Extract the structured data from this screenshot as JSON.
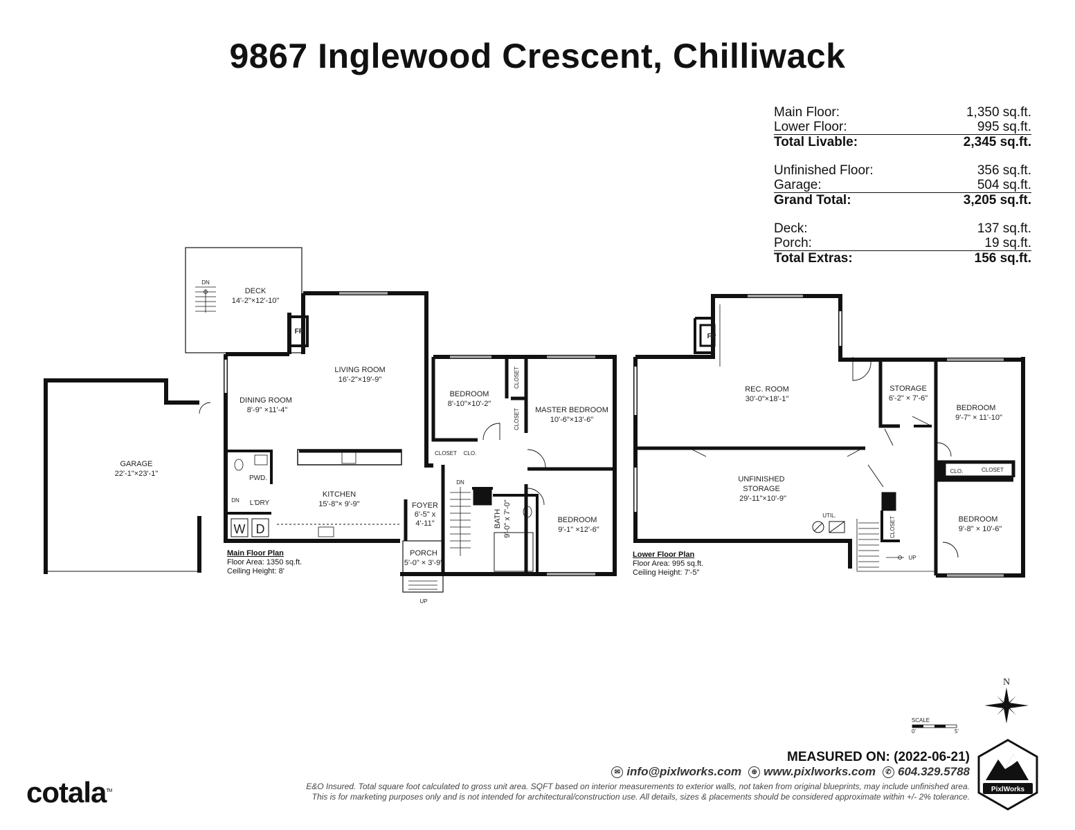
{
  "title": "9867 Inglewood Crescent, Chilliwack",
  "area_summary": [
    {
      "rows": [
        {
          "label": "Main Floor:",
          "value": "1,350 sq.ft."
        },
        {
          "label": "Lower Floor:",
          "value": "995 sq.ft."
        }
      ],
      "total": {
        "label": "Total Livable:",
        "value": "2,345 sq.ft."
      }
    },
    {
      "rows": [
        {
          "label": "Unfinished Floor:",
          "value": "356 sq.ft."
        },
        {
          "label": "Garage:",
          "value": "504 sq.ft."
        }
      ],
      "total": {
        "label": "Grand Total:",
        "value": "3,205 sq.ft."
      }
    },
    {
      "rows": [
        {
          "label": "Deck:",
          "value": "137 sq.ft."
        },
        {
          "label": "Porch:",
          "value": "19 sq.ft."
        }
      ],
      "total": {
        "label": "Total Extras:",
        "value": "156 sq.ft."
      }
    }
  ],
  "main_floor": {
    "caption": "Main Floor Plan",
    "area": "Floor Area: 1350 sq.ft.",
    "ceiling": "Ceiling Height: 8'",
    "rooms": {
      "deck": {
        "name": "DECK",
        "dim": "14'-2\"×12'-10\""
      },
      "living": {
        "name": "LIVING ROOM",
        "dim": "16'-2\"×19'-9\""
      },
      "dining": {
        "name": "DINING ROOM",
        "dim": "8'-9\" ×11'-4\""
      },
      "garage": {
        "name": "GARAGE",
        "dim": "22'-1\"×23'-1\""
      },
      "bedroom1": {
        "name": "BEDROOM",
        "dim": "8'-10\"×10'-2\""
      },
      "master": {
        "name": "MASTER BEDROOM",
        "dim": "10'-6\"×13'-6\""
      },
      "kitchen": {
        "name": "KITCHEN",
        "dim": "15'-8\"× 9'-9\""
      },
      "foyer": {
        "name": "FOYER",
        "dim1": "6'-5\" x",
        "dim2": "4'-11\""
      },
      "bath": {
        "name": "BATH",
        "dim": "9'-0\" x 7'-0\""
      },
      "bedroom2": {
        "name": "BEDROOM",
        "dim": "9'-1\" ×12'-6\""
      },
      "porch": {
        "name": "PORCH",
        "dim": "5'-0\" × 3'-9\""
      },
      "pwd": "PWD.",
      "ldry": "L'DRY",
      "closet_a": "CLOSET",
      "closet_b": "CLOSET",
      "closet_c": "CLOSET",
      "clo": "CLO.",
      "fp": "FP",
      "dn1": "DN",
      "dn2": "DN",
      "dn3": "DN",
      "up": "UP",
      "w": "W",
      "d": "D"
    }
  },
  "lower_floor": {
    "caption": "Lower Floor Plan",
    "area": "Floor Area: 995 sq.ft.",
    "ceiling": "Ceiling Height: 7'-5\"",
    "rooms": {
      "rec": {
        "name": "REC. ROOM",
        "dim": "30'-0\"×18'-1\""
      },
      "storage": {
        "name": "STORAGE",
        "dim": "6'-2\" × 7'-6\""
      },
      "bedroom1": {
        "name": "BEDROOM",
        "dim": "9'-7\" × 11'-10\""
      },
      "unfinished": {
        "name1": "UNFINISHED",
        "name2": "STORAGE",
        "dim": "29'-11\"×10'-9\""
      },
      "bedroom2": {
        "name": "BEDROOM",
        "dim": "9'-8\" × 10'-6\""
      },
      "util": "UTIL.",
      "clo": "CLO.",
      "closet_a": "CLOSET",
      "closet_b": "CLOSET",
      "fp": "FP",
      "up": "UP"
    }
  },
  "compass_label": "N",
  "scale": {
    "label": "SCALE",
    "min": "0'",
    "max": "5'"
  },
  "measured_on": "MEASURED ON: (2022-06-21)",
  "contacts": {
    "email": "info@pixlworks.com",
    "web": "www.pixlworks.com",
    "phone": "604.329.5788"
  },
  "disclaimer": {
    "line1_bold": "E&O Insured.",
    "line1": "Total square foot calculated to gross unit area. SQFT based on interior measurements to exterior walls, not taken from original blueprints, may include unfinished area.",
    "line2": "This is for marketing purposes only and is not intended for architectural/construction use.  All details, sizes & placements should be considered approximate within +/- 2%  tolerance."
  },
  "brand": {
    "cotala": "cotala",
    "tm": "TM",
    "pixlworks": "PixlWorks"
  }
}
